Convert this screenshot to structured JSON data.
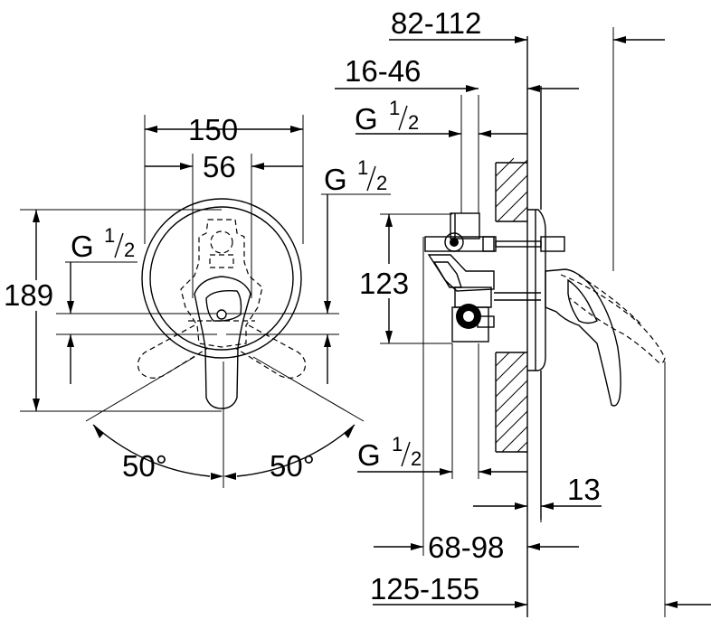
{
  "front_view": {
    "width_overall": "150",
    "width_inner": "56",
    "height_overall": "189",
    "thread_left": {
      "letter": "G",
      "num": "1",
      "den": "2"
    },
    "thread_right": {
      "letter": "G",
      "num": "1",
      "den": "2"
    },
    "angle_left": "50°",
    "angle_right": "50°"
  },
  "side_view": {
    "depth_total": "82-112",
    "depth_inner": "16-46",
    "thread_top": {
      "letter": "G",
      "num": "1",
      "den": "2"
    },
    "body_height": "123",
    "thread_bottom": {
      "letter": "G",
      "num": "1",
      "den": "2"
    },
    "plate_thickness": "13",
    "install_depth": "68-98",
    "spout_reach": "125-155"
  }
}
